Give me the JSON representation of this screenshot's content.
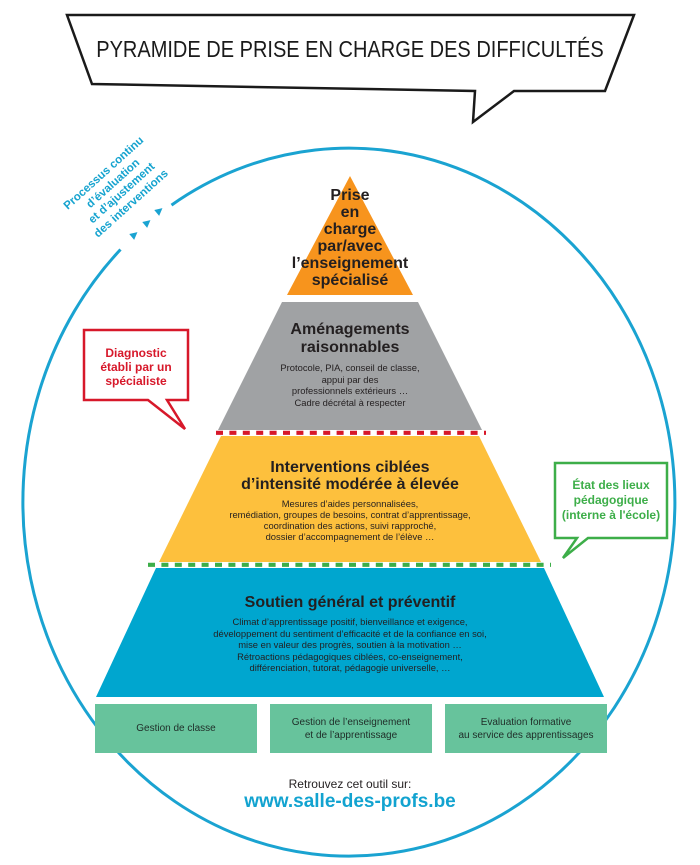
{
  "title": "PYRAMIDE DE PRISE EN CHARGE DES DIFFICULTÉS",
  "ring_color": "#1AA3D1",
  "cycle": {
    "lines": [
      "Processus continu",
      "d’évaluation",
      "et d’ajustement",
      "des interventions"
    ],
    "color": "#15A3CF"
  },
  "pyramid": {
    "tiers": [
      {
        "heading": [
          "Prise",
          "en",
          "charge",
          "par/avec",
          "l’enseignement",
          "spécialisé"
        ],
        "color": "#F7941D"
      },
      {
        "heading": [
          "Aménagements",
          "raisonnables"
        ],
        "details": [
          "Protocole, PIA, conseil de classe,",
          "appui par des",
          "professionnels extérieurs …",
          "Cadre décrétal à respecter"
        ],
        "color": "#A0A2A4"
      },
      {
        "heading": [
          "Interventions ciblées",
          "d’intensité modérée à élevée"
        ],
        "details": [
          "Mesures d’aides personnalisées,",
          "remédiation, groupes de besoins, contrat d’apprentissage,",
          "coordination des actions, suivi rapproché,",
          "dossier d’accompagnement de l’élève …"
        ],
        "color": "#FDC03D"
      },
      {
        "heading": [
          "Soutien général et préventif"
        ],
        "details": [
          "Climat d’apprentissage positif, bienveillance et exigence,",
          "développement du sentiment d’efficacité et de la confiance en soi,",
          "mise en valeur des progrès, soutien à la motivation …",
          "Rétroactions pédagogiques ciblées, co-enseignement,",
          "différenciation, tutorat, pédagogie universelle, …"
        ],
        "color": "#00A6CF"
      }
    ],
    "separators": [
      {
        "color": "#D7182A"
      },
      {
        "color": "#3DAE49"
      }
    ]
  },
  "callouts": {
    "diagnostic": {
      "lines": [
        "Diagnostic",
        "établi par un",
        "spécialiste"
      ],
      "color": "#D7182A"
    },
    "etat_des_lieux": {
      "lines": [
        "État des lieux",
        "pédagogique",
        "(interne à l'école)"
      ],
      "color": "#3DAE49"
    }
  },
  "foundations": {
    "color": "#67C39C",
    "items": [
      {
        "lines": [
          "Gestion de classe"
        ]
      },
      {
        "lines": [
          "Gestion de l’enseignement",
          "et de l’apprentissage"
        ]
      },
      {
        "lines": [
          "Evaluation formative",
          "au service des apprentissages"
        ]
      }
    ]
  },
  "footer": {
    "prompt": "Retrouvez cet outil sur:",
    "url": "www.salle-des-profs.be",
    "url_color": "#12A3D0"
  }
}
